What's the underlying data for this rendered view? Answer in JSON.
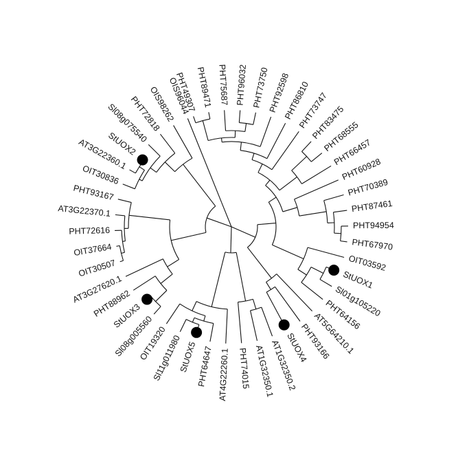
{
  "tree": {
    "leaves": [
      {
        "id": "PHT49307",
        "label": "PHT49307",
        "marked": false
      },
      {
        "id": "PHT89471",
        "label": "PHT89471",
        "marked": false
      },
      {
        "id": "PHT75687",
        "label": "PHT75687",
        "marked": false
      },
      {
        "id": "PHT96032",
        "label": "PHT96032",
        "marked": false
      },
      {
        "id": "PHT73750",
        "label": "PHT73750",
        "marked": false
      },
      {
        "id": "PHT92598",
        "label": "PHT92598",
        "marked": false
      },
      {
        "id": "PHT86810",
        "label": "PHT86810",
        "marked": false
      },
      {
        "id": "PHT73747",
        "label": "PHT73747",
        "marked": false
      },
      {
        "id": "PHT83475",
        "label": "PHT83475",
        "marked": false
      },
      {
        "id": "PHT68555",
        "label": "PHT68555",
        "marked": false
      },
      {
        "id": "PHT66457",
        "label": "PHT66457",
        "marked": false
      },
      {
        "id": "PHT60928",
        "label": "PHT60928",
        "marked": false
      },
      {
        "id": "PHT70389",
        "label": "PHT70389",
        "marked": false
      },
      {
        "id": "PHT87461",
        "label": "PHT87461",
        "marked": false
      },
      {
        "id": "PHT94954",
        "label": "PHT94954",
        "marked": false
      },
      {
        "id": "PHT67970",
        "label": "PHT67970",
        "marked": false
      },
      {
        "id": "OIT03592",
        "label": "OIT03592",
        "marked": false
      },
      {
        "id": "StUOX1",
        "label": "StUOX1",
        "marked": true
      },
      {
        "id": "Sl01g105220",
        "label": "Sl01g105220",
        "marked": false
      },
      {
        "id": "PHT64156",
        "label": "PHT64156",
        "marked": false
      },
      {
        "id": "AT5G64210.1",
        "label": "AT5G64210.1",
        "marked": false
      },
      {
        "id": "PHT93166",
        "label": "PHT93166",
        "marked": false
      },
      {
        "id": "StUOX4",
        "label": "StUOX4",
        "marked": true
      },
      {
        "id": "AT1G32350.2",
        "label": "AT1G32350.2",
        "marked": false
      },
      {
        "id": "AT1G32350.1",
        "label": "AT1G32350.1",
        "marked": false
      },
      {
        "id": "PHT74015",
        "label": "PHT74015",
        "marked": false
      },
      {
        "id": "AT4G22260.1",
        "label": "AT4G22260.1",
        "marked": false
      },
      {
        "id": "PHT64647",
        "label": "PHT64647",
        "marked": false
      },
      {
        "id": "StUOX5",
        "label": "StUOX5",
        "marked": true
      },
      {
        "id": "Sl11g011980",
        "label": "Sl11g011980",
        "marked": false
      },
      {
        "id": "OIT19320",
        "label": "OIT19320",
        "marked": false
      },
      {
        "id": "Sl08g005560",
        "label": "Sl08g005560",
        "marked": false
      },
      {
        "id": "StUOX3",
        "label": "StUOX3",
        "marked": true
      },
      {
        "id": "PHT88962",
        "label": "PHT88962",
        "marked": false
      },
      {
        "id": "AT3G27620.1",
        "label": "AT3G27620.1",
        "marked": false
      },
      {
        "id": "OIT30507",
        "label": "OIT30507",
        "marked": false
      },
      {
        "id": "OIT37664",
        "label": "OIT37664",
        "marked": false
      },
      {
        "id": "PHT72616",
        "label": "PHT72616",
        "marked": false
      },
      {
        "id": "AT3G22370.1",
        "label": "AT3G22370.1",
        "marked": false
      },
      {
        "id": "PHT93167",
        "label": "PHT93167",
        "marked": false
      },
      {
        "id": "OIT30836",
        "label": "OIT30836",
        "marked": false
      },
      {
        "id": "AT3G22360.1",
        "label": "AT3G22360.1",
        "marked": false
      },
      {
        "id": "StUOX2",
        "label": "StUOX2",
        "marked": true
      },
      {
        "id": "Sl08g075540",
        "label": "Sl08g075540",
        "marked": false
      },
      {
        "id": "PHT72818",
        "label": "PHT72818",
        "marked": false
      },
      {
        "id": "OIS98262",
        "label": "OIS98262",
        "marked": false
      },
      {
        "id": "OIS96044",
        "label": "OIS96044",
        "marked": false
      }
    ],
    "edges": [
      [
        "ROOT",
        "N_OIS44"
      ],
      [
        "ROOT",
        "N_LEFT"
      ],
      [
        "ROOT",
        "N_BOT"
      ],
      [
        "ROOT",
        "N_RIGHT"
      ],
      [
        "N_OIS44",
        "OIS96044"
      ],
      [
        "N_LEFT",
        "N_TOP"
      ],
      [
        "N_LEFT",
        "N_L2"
      ],
      [
        "N_TOP",
        "OIS98262"
      ],
      [
        "N_TOP",
        "N_T1"
      ],
      [
        "N_T1",
        "PHT72818"
      ],
      [
        "N_T1",
        "N_T2"
      ],
      [
        "N_T2",
        "Sl08g075540"
      ],
      [
        "N_T2",
        "N_T3"
      ],
      [
        "N_T3",
        "N_T4"
      ],
      [
        "N_T3",
        "OIT30836"
      ],
      [
        "N_T4",
        "StUOX2"
      ],
      [
        "N_T4",
        "AT3G22360.1"
      ],
      [
        "N_L2",
        "N_L3"
      ],
      [
        "N_L2",
        "N_L7"
      ],
      [
        "N_L3",
        "PHT93167"
      ],
      [
        "N_L3",
        "N_L4"
      ],
      [
        "N_L4",
        "AT3G22370.1"
      ],
      [
        "N_L4",
        "N_L5"
      ],
      [
        "N_L5",
        "PHT72616"
      ],
      [
        "N_L5",
        "N_L6"
      ],
      [
        "N_L6",
        "OIT37664"
      ],
      [
        "N_L6",
        "OIT30507"
      ],
      [
        "N_L7",
        "AT3G27620.1"
      ],
      [
        "N_L7",
        "N_L8"
      ],
      [
        "N_L8",
        "PHT88962"
      ],
      [
        "N_L8",
        "N_L9"
      ],
      [
        "N_L9",
        "StUOX3"
      ],
      [
        "N_L9",
        "Sl08g005560"
      ],
      [
        "N_BOT",
        "N_B1"
      ],
      [
        "N_BOT",
        "N_B6"
      ],
      [
        "N_B1",
        "N_B2"
      ],
      [
        "N_B1",
        "AT4G22260.1"
      ],
      [
        "N_B2",
        "OIT19320"
      ],
      [
        "N_B2",
        "N_B3"
      ],
      [
        "N_B3",
        "N_B4"
      ],
      [
        "N_B3",
        "PHT64647"
      ],
      [
        "N_B4",
        "Sl11g011980"
      ],
      [
        "N_B4",
        "StUOX5"
      ],
      [
        "N_B6",
        "PHT74015"
      ],
      [
        "N_B6",
        "N_B7"
      ],
      [
        "N_B7",
        "AT1G32350.1"
      ],
      [
        "N_B7",
        "AT1G32350.2"
      ],
      [
        "N_RIGHT",
        "N_R1"
      ],
      [
        "N_RIGHT",
        "N_R6"
      ],
      [
        "N_R1",
        "N_R2"
      ],
      [
        "N_R1",
        "AT5G64210.1"
      ],
      [
        "N_R2",
        "N_R3"
      ],
      [
        "N_R2",
        "PHT93166"
      ],
      [
        "N_R3",
        "StUOX4"
      ],
      [
        "N_R6",
        "N_R7"
      ],
      [
        "N_R6",
        "N_R10"
      ],
      [
        "N_R7",
        "N_R8"
      ],
      [
        "N_R7",
        "OIT03592"
      ],
      [
        "N_R8",
        "N_R9"
      ],
      [
        "N_R8",
        "PHT64156"
      ],
      [
        "N_R9",
        "StUOX1"
      ],
      [
        "N_R9",
        "Sl01g105220"
      ],
      [
        "N_R10",
        "N_R11"
      ],
      [
        "N_R10",
        "N_R18"
      ],
      [
        "N_R11",
        "N_R12"
      ],
      [
        "N_R11",
        "N_R16"
      ],
      [
        "N_R12",
        "N_R13"
      ],
      [
        "N_R12",
        "PHT73747"
      ],
      [
        "N_R13",
        "N_R14"
      ],
      [
        "N_R13",
        "PHT86810"
      ],
      [
        "N_R14",
        "N_R15"
      ],
      [
        "N_R14",
        "PHT92598"
      ],
      [
        "N_R15",
        "N_R15a"
      ],
      [
        "N_R15",
        "N_R15b"
      ],
      [
        "N_R15a",
        "PHT49307"
      ],
      [
        "N_R15a",
        "PHT89471"
      ],
      [
        "N_R15b",
        "PHT75687"
      ],
      [
        "N_R15b",
        "N_R15c"
      ],
      [
        "N_R15c",
        "PHT96032"
      ],
      [
        "N_R15c",
        "PHT73750"
      ],
      [
        "N_R16",
        "N_R17"
      ],
      [
        "N_R16",
        "PHT66457"
      ],
      [
        "N_R17",
        "PHT83475"
      ],
      [
        "N_R17",
        "PHT68555"
      ],
      [
        "N_R18",
        "PHT60928"
      ],
      [
        "N_R18",
        "N_R19"
      ],
      [
        "N_R19",
        "PHT70389"
      ],
      [
        "N_R19",
        "N_R20"
      ],
      [
        "N_R20",
        "PHT87461"
      ],
      [
        "N_R20",
        "N_R21"
      ],
      [
        "N_R21",
        "PHT94954"
      ],
      [
        "N_R21",
        "PHT67970"
      ]
    ]
  }
}
